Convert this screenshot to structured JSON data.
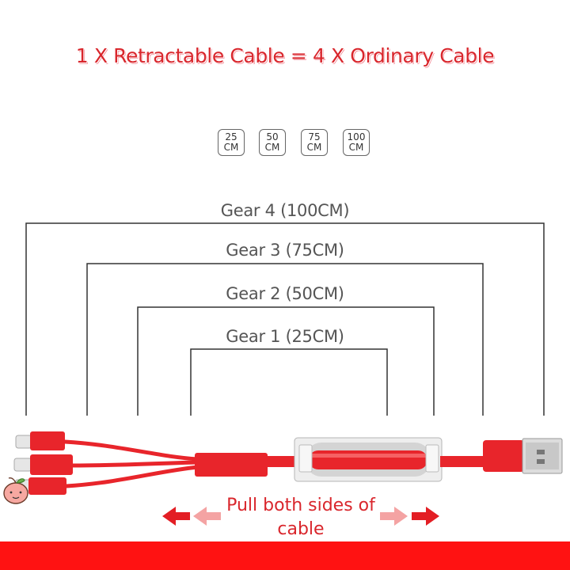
{
  "title": "1 X Retractable Cable = 4 X Ordinary Cable",
  "badges": [
    {
      "value": "25",
      "unit": "CM"
    },
    {
      "value": "50",
      "unit": "CM"
    },
    {
      "value": "75",
      "unit": "CM"
    },
    {
      "value": "100",
      "unit": "CM"
    }
  ],
  "gears": [
    {
      "label": "Gear 4 (100CM)"
    },
    {
      "label": "Gear 3 (75CM)"
    },
    {
      "label": "Gear 2 (50CM)"
    },
    {
      "label": "Gear 1 (25CM)"
    }
  ],
  "pull_text_line1": "Pull both sides of",
  "pull_text_line2": "cable",
  "colors": {
    "accent": "#d9262c",
    "cable": "#e8252b",
    "bar": "#ff1212",
    "arrow_light": "#f4a3a3"
  },
  "icons": {
    "logo": "apple-logo-icon",
    "left_arrows": "double-arrow-left-icon",
    "right_arrows": "double-arrow-right-icon"
  }
}
